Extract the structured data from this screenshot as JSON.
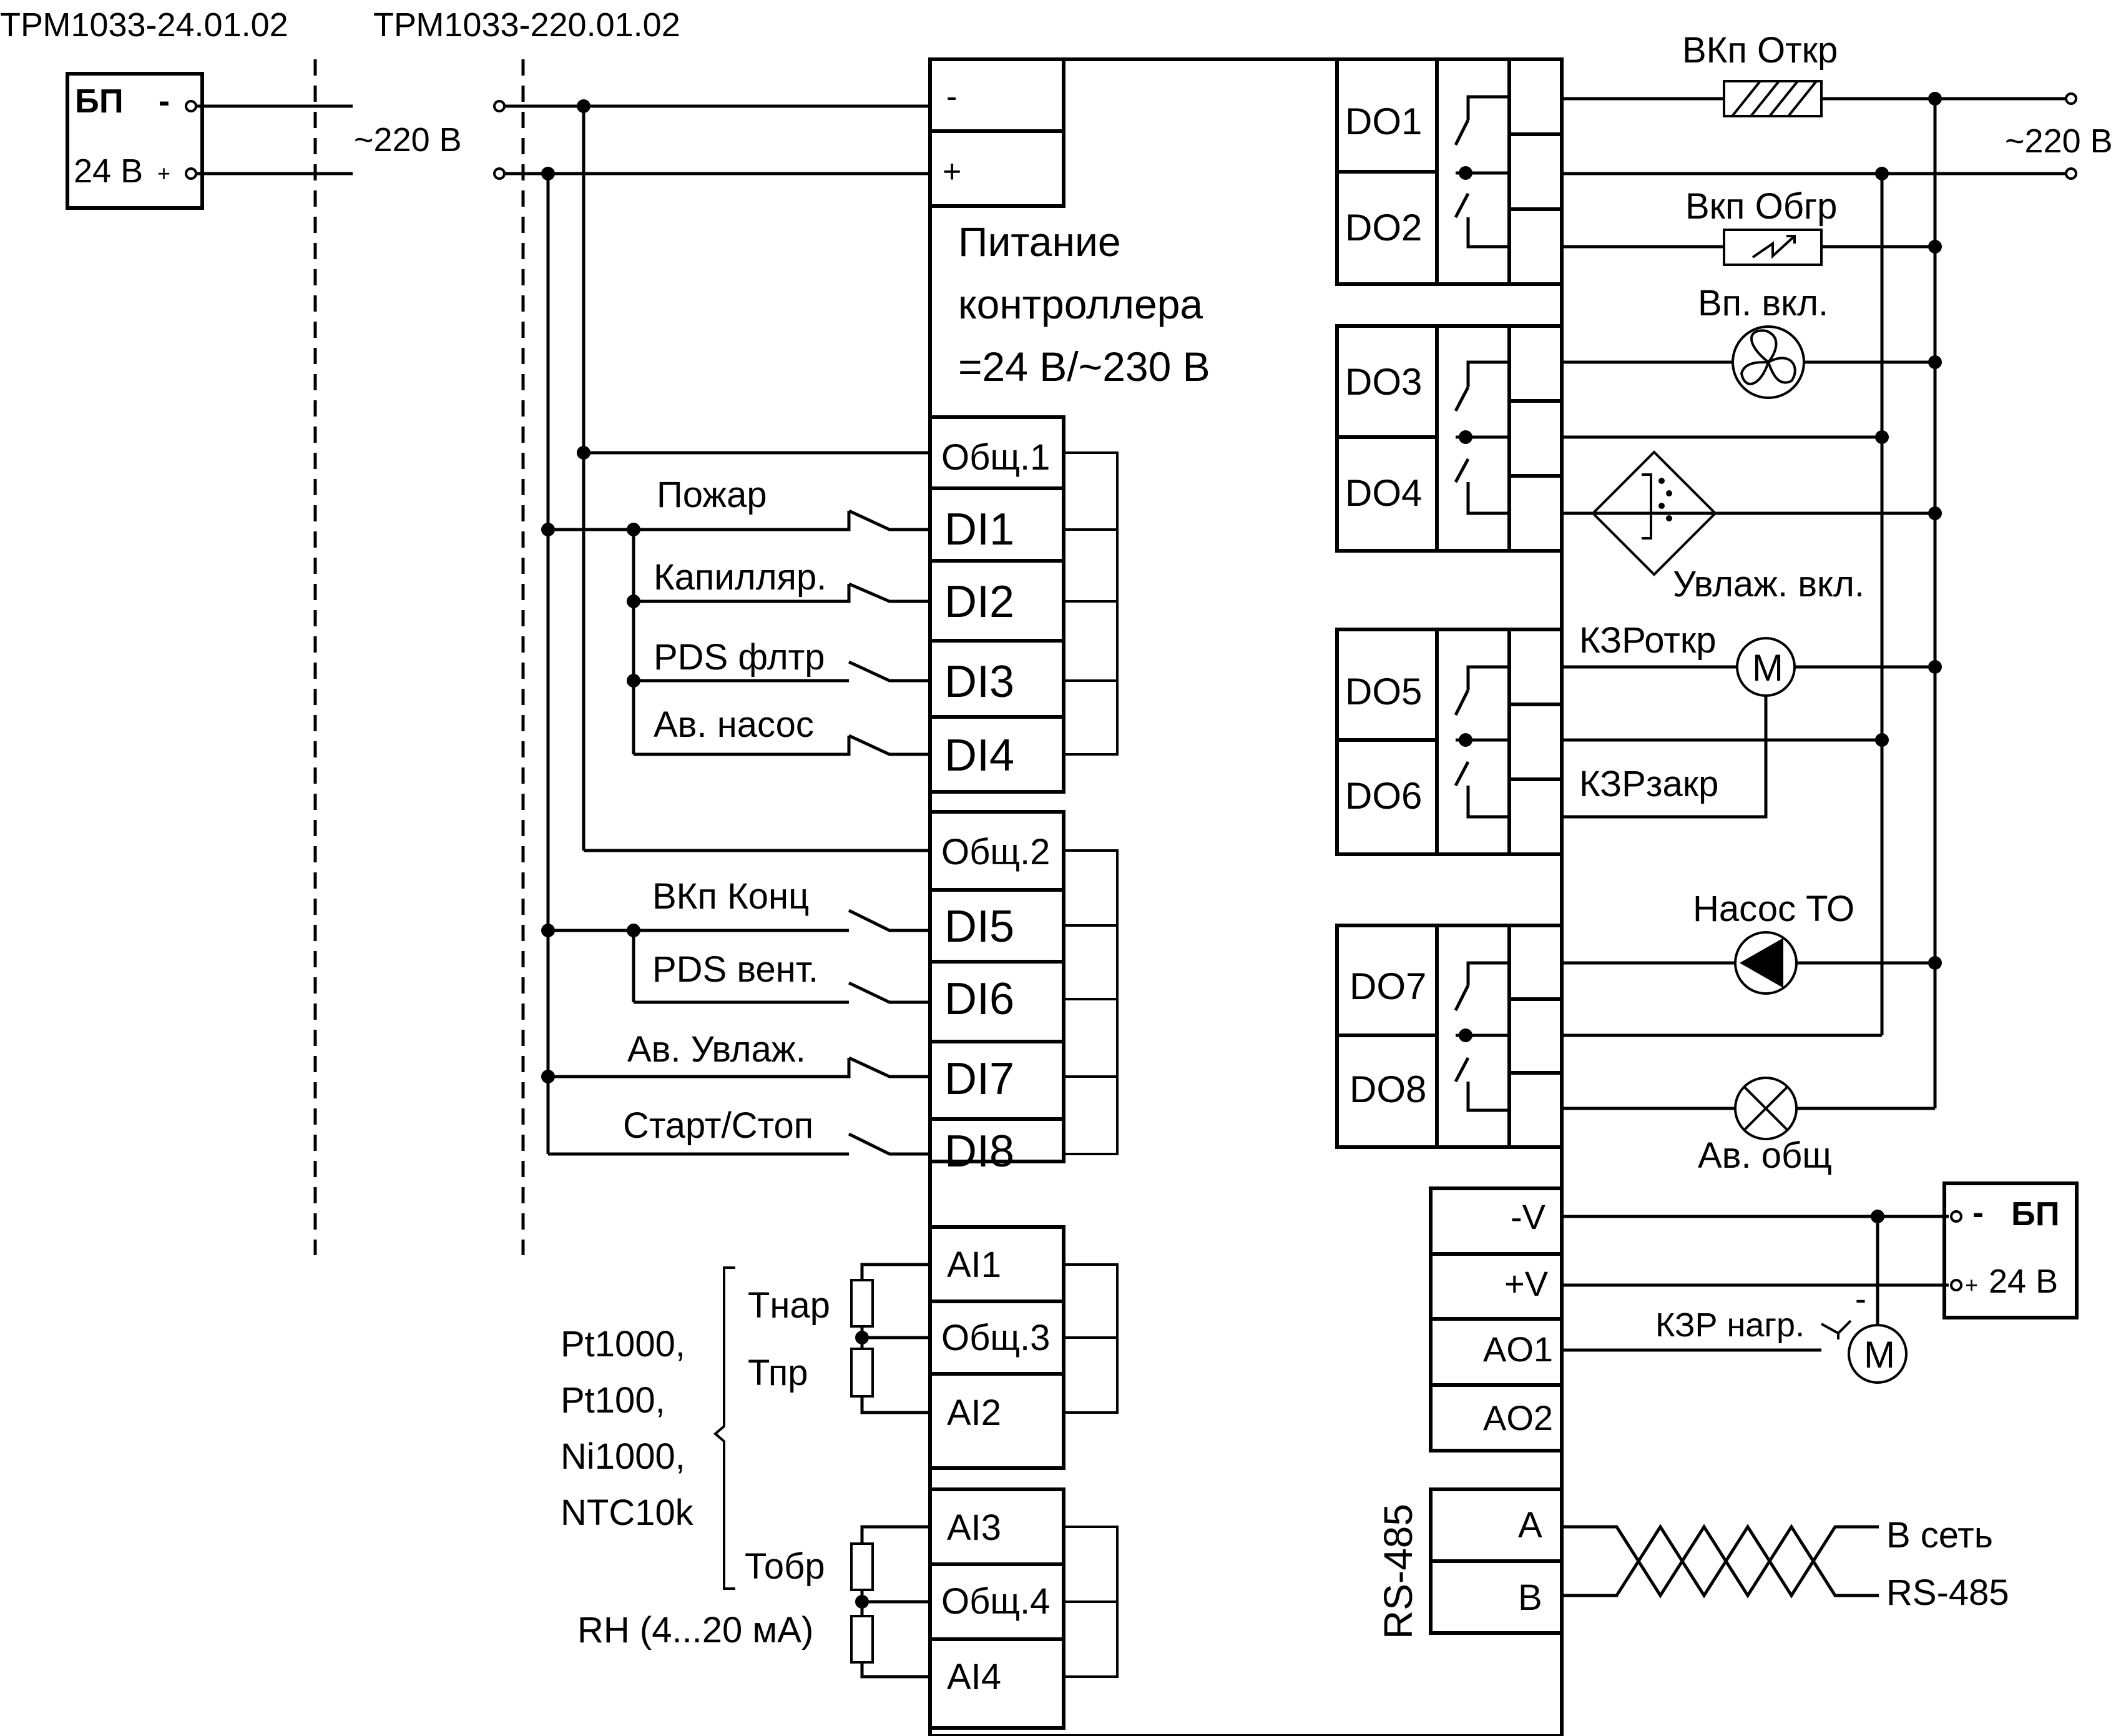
{
  "header": {
    "model_left": "ТРМ1033-24.01.02",
    "model_right": "ТРМ1033-220.01.02"
  },
  "psu_left": {
    "title": "БП",
    "minus": "-",
    "voltage": "24 В",
    "plus": "+"
  },
  "mains_left": "~220 В",
  "mains_right": "~220 В",
  "power": {
    "minus": "-",
    "plus": "+",
    "caption_line1": "Питание",
    "caption_line2": "контроллера",
    "caption_line3": "=24 В/~230 В"
  },
  "di_terminals": [
    "Общ.1",
    "DI1",
    "DI2",
    "DI3",
    "DI4",
    "Общ.2",
    "DI5",
    "DI6",
    "DI7",
    "DI8"
  ],
  "di_labels": [
    "Пожар",
    "Капилляр.",
    "PDS флтр",
    "Ав. насос",
    "ВКп Конц",
    "PDS вент.",
    "Ав. Увлаж.",
    "Старт/Стоп"
  ],
  "ai_terminals": [
    "AI1",
    "Общ.3",
    "AI2",
    "AI3",
    "Общ.4",
    "AI4"
  ],
  "sensor_labels": [
    "Тнар",
    "Тпр",
    "Тобр",
    "RH (4...20 мА)"
  ],
  "sensor_types": [
    "Pt1000,",
    "Pt100,",
    "Ni1000,",
    "NTC10k"
  ],
  "do_terminals": [
    "DO1",
    "DO2",
    "DO3",
    "DO4",
    "DO5",
    "DO6",
    "DO7",
    "DO8"
  ],
  "do_loads": {
    "vkp_open": "ВКп Откр",
    "vkp_heat": "Вкп Обгр",
    "fan": "Вп. вкл.",
    "humidifier": "Увлаж. вкл.",
    "valve_open": "КЗРоткр",
    "valve_close": "КЗРзакр",
    "motor_letter": "M",
    "pump": "Насос ТО",
    "alarm": "Ав. общ"
  },
  "ao_terminals": [
    "-V",
    "+V",
    "AO1",
    "AO2"
  ],
  "ao_load": {
    "label": "КЗР нагр.",
    "sign": "-",
    "motor_letter": "M"
  },
  "psu_right": {
    "title": "БП",
    "minus": "-",
    "plus": "+",
    "voltage": "24 В"
  },
  "rs485": {
    "label": "RS-485",
    "terminals": [
      "A",
      "B"
    ],
    "net_line1": "В сеть",
    "net_line2": "RS-485"
  }
}
